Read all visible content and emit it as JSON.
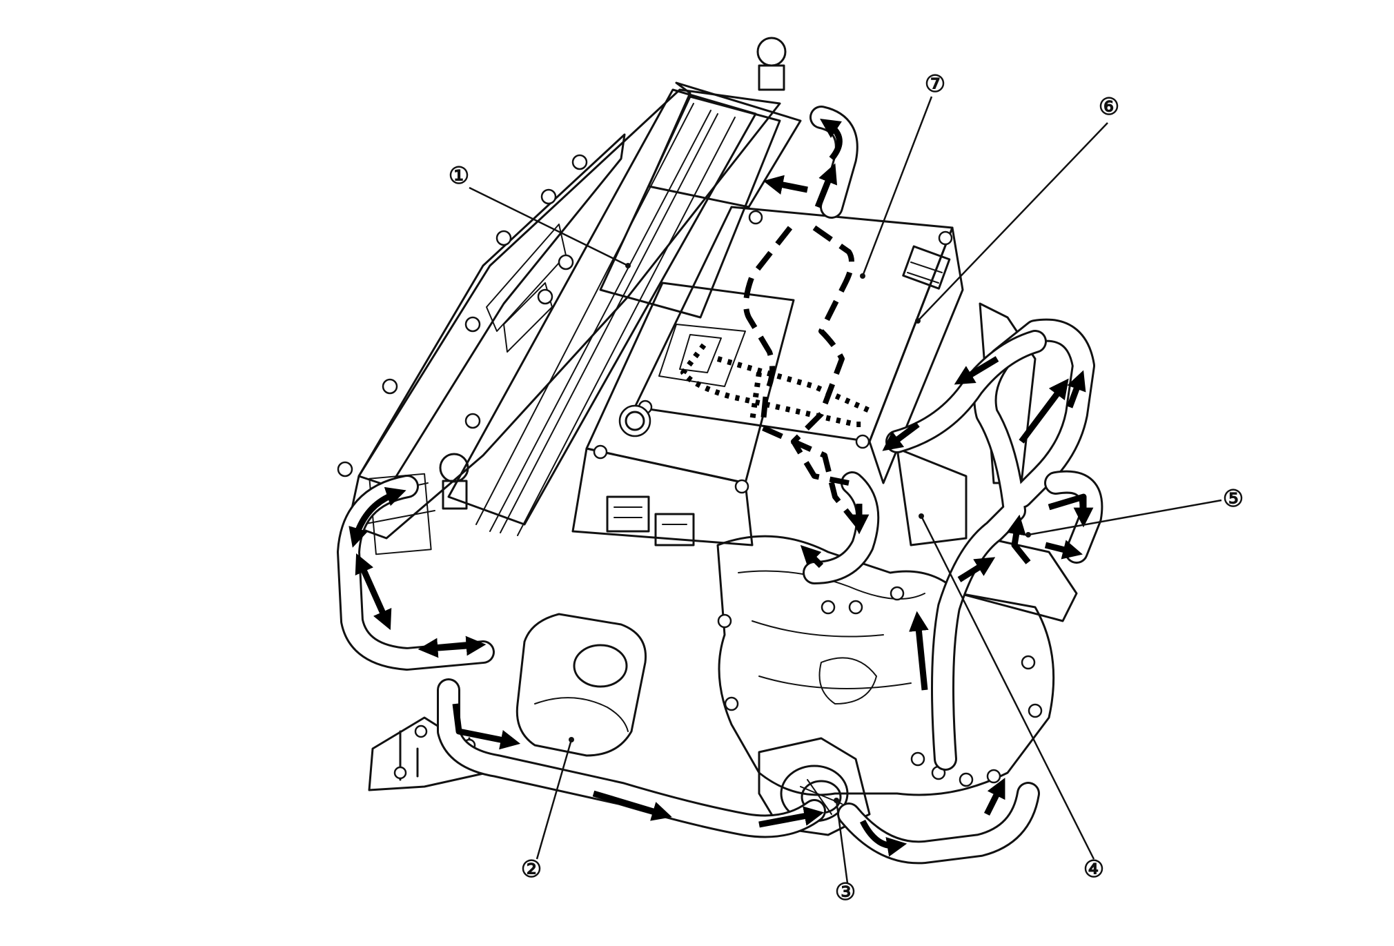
{
  "callouts": [
    {
      "id": "1",
      "label": "①"
    },
    {
      "id": "2",
      "label": "②"
    },
    {
      "id": "3",
      "label": "③"
    },
    {
      "id": "4",
      "label": "④"
    },
    {
      "id": "5",
      "label": "⑤"
    },
    {
      "id": "6",
      "label": "⑥"
    },
    {
      "id": "7",
      "label": "⑦"
    }
  ],
  "colors": {
    "ink": "#111111",
    "background": "#ffffff"
  }
}
